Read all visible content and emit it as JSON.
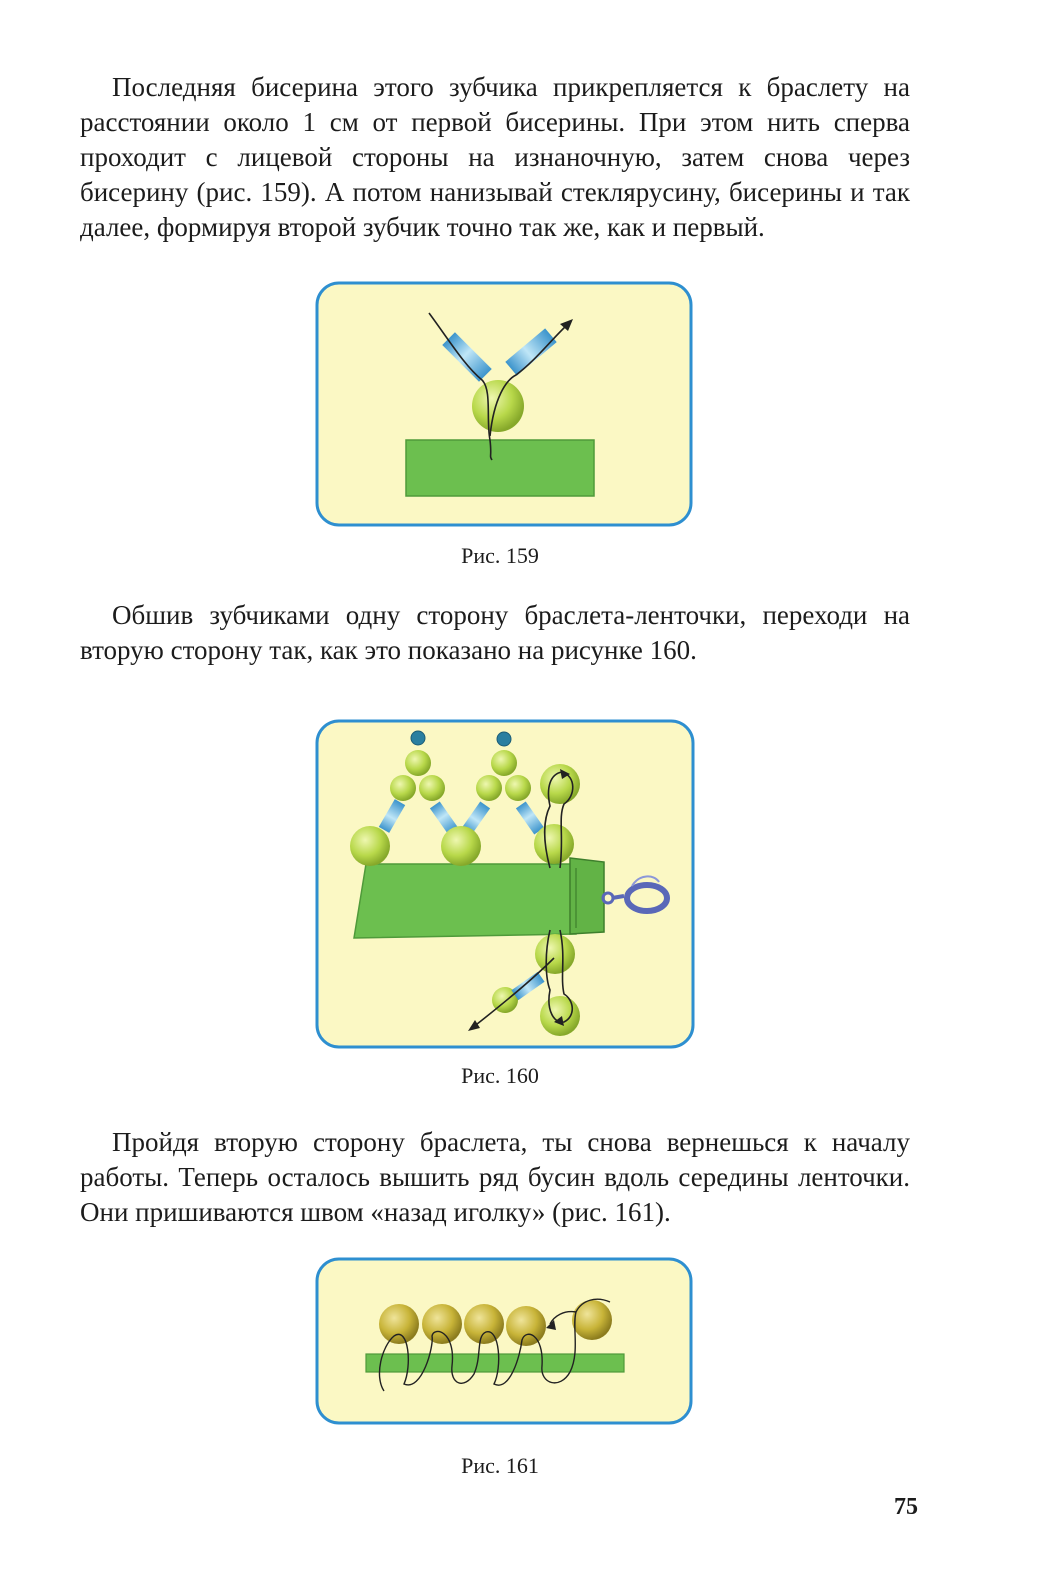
{
  "paragraphs": [
    "Последняя бисерина этого зубчика прикрепляется к браслету на расстоянии около 1 см от первой бисерины. При этом нить сперва проходит с лицевой стороны на изнаночную, затем снова через бисерину (рис. 159). А потом нанизывай стеклярусину, бисерины и так далее, формируя второй зубчик точно так же, как и первый.",
    "Обшив зубчиками одну сторону браслета-ленточки, переходи на вторую сторону так, как это показано на рисунке 160.",
    "Пройдя вторую сторону браслета, ты снова вернешься к началу работы. Теперь осталось вышить ряд бусин вдоль середины ленточки. Они пришиваются швом «назад иголку» (рис. 161)."
  ],
  "figures": [
    {
      "caption": "Рис. 159"
    },
    {
      "caption": "Рис. 160"
    },
    {
      "caption": "Рис. 161"
    }
  ],
  "page_number": "75",
  "colors": {
    "frame_fill": "#fbf8c4",
    "frame_border": "#2e8fd0",
    "ribbon": "#6cbf4f",
    "bead": "#b8d84a",
    "bugle": "#5fb6e0",
    "small_bead": "#2a7fa0",
    "gold_bead": "#c8b438",
    "clasp": "#5a68b8"
  }
}
